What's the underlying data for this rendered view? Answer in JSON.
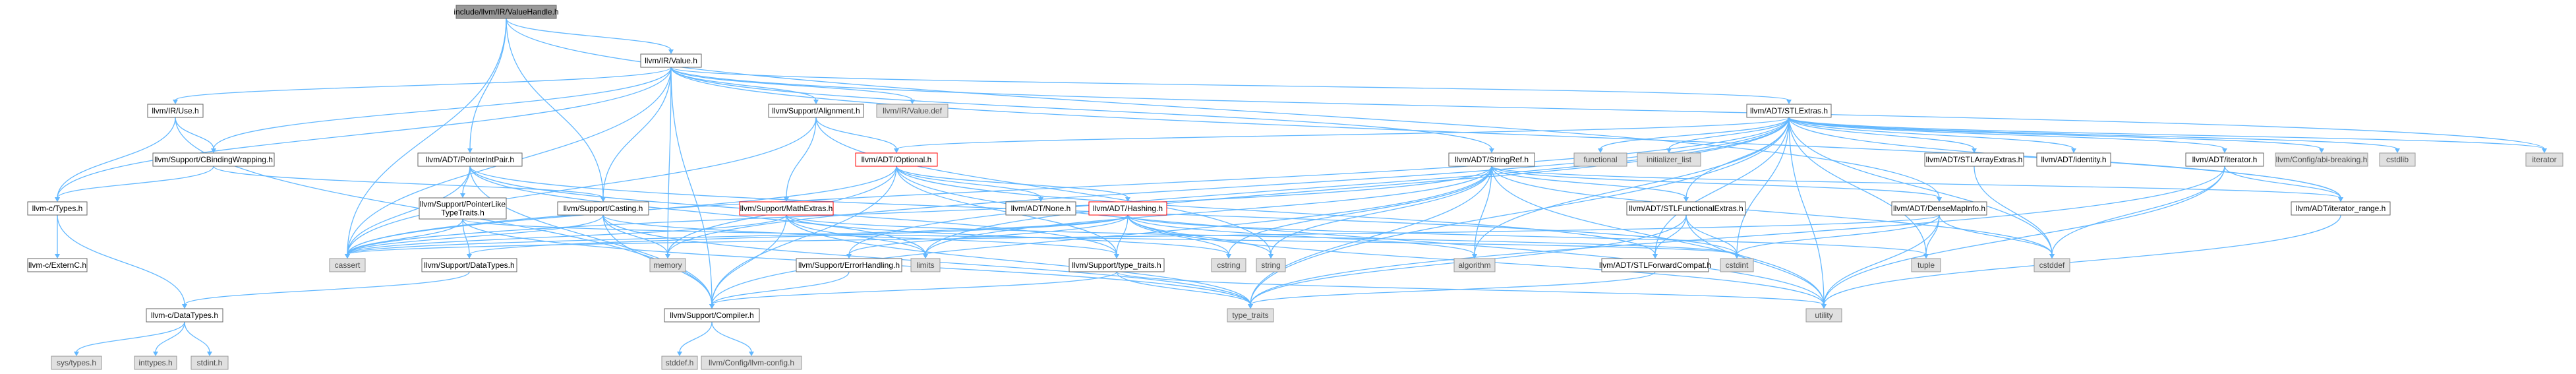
{
  "colors": {
    "edge": "#63b8ff",
    "node_fill": "#ffffff",
    "node_border": "#666666",
    "std_fill": "#e0e0e0",
    "root_fill": "#999999",
    "highlight_border": "#ff0000"
  },
  "nodes": {
    "root": {
      "label": "include/llvm/IR/ValueHandle.h",
      "kind": "root"
    },
    "irvalue": {
      "label": "llvm/IR/Value.h",
      "kind": "doc"
    },
    "iruse": {
      "label": "llvm/IR/Use.h",
      "kind": "doc"
    },
    "align": {
      "label": "llvm/Support/Alignment.h",
      "kind": "doc"
    },
    "valuedef": {
      "label": "llvm/IR/Value.def",
      "kind": "std"
    },
    "stlextras": {
      "label": "llvm/ADT/STLExtras.h",
      "kind": "doc"
    },
    "cbinding": {
      "label": "llvm/Support/CBindingWrapping.h",
      "kind": "doc"
    },
    "ptrintpair": {
      "label": "llvm/ADT/PointerIntPair.h",
      "kind": "doc"
    },
    "optional": {
      "label": "llvm/ADT/Optional.h",
      "kind": "redb"
    },
    "functional": {
      "label": "functional",
      "kind": "std"
    },
    "initlist": {
      "label": "initializer_list",
      "kind": "std"
    },
    "stringref": {
      "label": "llvm/ADT/StringRef.h",
      "kind": "doc"
    },
    "stlarrayext": {
      "label": "llvm/ADT/STLArrayExtras.h",
      "kind": "doc"
    },
    "identity": {
      "label": "llvm/ADT/identity.h",
      "kind": "doc"
    },
    "iterator_h": {
      "label": "llvm/ADT/iterator.h",
      "kind": "doc"
    },
    "abibreaking": {
      "label": "llvm/Config/abi-breaking.h",
      "kind": "std"
    },
    "cstdlib": {
      "label": "cstdlib",
      "kind": "std"
    },
    "iterator": {
      "label": "iterator",
      "kind": "std"
    },
    "ctypes": {
      "label": "llvm-c/Types.h",
      "kind": "doc"
    },
    "casting": {
      "label": "llvm/Support/Casting.h",
      "kind": "doc"
    },
    "ptrliketraits": {
      "label": "llvm/Support/PointerLike\nTypeTraits.h",
      "kind": "doc"
    },
    "mathextras": {
      "label": "llvm/Support/MathExtras.h",
      "kind": "redb"
    },
    "none": {
      "label": "llvm/ADT/None.h",
      "kind": "doc"
    },
    "hashing": {
      "label": "llvm/ADT/Hashing.h",
      "kind": "redb"
    },
    "stlfuncext": {
      "label": "llvm/ADT/STLFunctionalExtras.h",
      "kind": "doc"
    },
    "densemapinfo": {
      "label": "llvm/ADT/DenseMapInfo.h",
      "kind": "doc"
    },
    "iterrange": {
      "label": "llvm/ADT/iterator_range.h",
      "kind": "doc"
    },
    "cexternc": {
      "label": "llvm-c/ExternC.h",
      "kind": "doc"
    },
    "cassert": {
      "label": "cassert",
      "kind": "std"
    },
    "supdatatypes": {
      "label": "llvm/Support/DataTypes.h",
      "kind": "doc"
    },
    "memory": {
      "label": "memory",
      "kind": "std"
    },
    "errhandling": {
      "label": "llvm/Support/ErrorHandling.h",
      "kind": "doc"
    },
    "limits": {
      "label": "limits",
      "kind": "std"
    },
    "typetraits_h": {
      "label": "llvm/Support/type_traits.h",
      "kind": "doc"
    },
    "cstring": {
      "label": "cstring",
      "kind": "std"
    },
    "string": {
      "label": "string",
      "kind": "std"
    },
    "algorithm": {
      "label": "algorithm",
      "kind": "std"
    },
    "stlfwdcompat": {
      "label": "llvm/ADT/STLForwardCompat.h",
      "kind": "doc"
    },
    "cstdint": {
      "label": "cstdint",
      "kind": "std"
    },
    "tuple": {
      "label": "tuple",
      "kind": "std"
    },
    "cstddef": {
      "label": "cstddef",
      "kind": "std"
    },
    "cdatatypes": {
      "label": "llvm-c/DataTypes.h",
      "kind": "doc"
    },
    "compiler": {
      "label": "llvm/Support/Compiler.h",
      "kind": "doc"
    },
    "type_traits": {
      "label": "type_traits",
      "kind": "std"
    },
    "utility": {
      "label": "utility",
      "kind": "std"
    },
    "systypes": {
      "label": "sys/types.h",
      "kind": "std"
    },
    "inttypes": {
      "label": "inttypes.h",
      "kind": "std"
    },
    "stdint": {
      "label": "stdint.h",
      "kind": "std"
    },
    "stddef": {
      "label": "stddef.h",
      "kind": "std"
    },
    "llvmconfig": {
      "label": "llvm/Config/llvm-config.h",
      "kind": "std"
    }
  },
  "edges": [
    [
      "root",
      "irvalue"
    ],
    [
      "root",
      "ptrintpair"
    ],
    [
      "root",
      "casting"
    ],
    [
      "root",
      "cassert"
    ],
    [
      "root",
      "densemapinfo"
    ],
    [
      "irvalue",
      "iruse"
    ],
    [
      "irvalue",
      "align"
    ],
    [
      "irvalue",
      "valuedef"
    ],
    [
      "irvalue",
      "stlextras"
    ],
    [
      "irvalue",
      "cbinding"
    ],
    [
      "irvalue",
      "ctypes"
    ],
    [
      "irvalue",
      "casting"
    ],
    [
      "irvalue",
      "compiler"
    ],
    [
      "irvalue",
      "memory"
    ],
    [
      "irvalue",
      "stringref"
    ],
    [
      "irvalue",
      "iterrange"
    ],
    [
      "irvalue",
      "cassert"
    ],
    [
      "irvalue",
      "iterator"
    ],
    [
      "iruse",
      "ctypes"
    ],
    [
      "iruse",
      "cbinding"
    ],
    [
      "iruse",
      "compiler"
    ],
    [
      "align",
      "mathextras"
    ],
    [
      "align",
      "cassert"
    ],
    [
      "align",
      "optional"
    ],
    [
      "align",
      "string"
    ],
    [
      "stlextras",
      "optional"
    ],
    [
      "stlextras",
      "functional"
    ],
    [
      "stlextras",
      "initlist"
    ],
    [
      "stlextras",
      "stlarrayext"
    ],
    [
      "stlextras",
      "identity"
    ],
    [
      "stlextras",
      "iterator_h"
    ],
    [
      "stlextras",
      "abibreaking"
    ],
    [
      "stlextras",
      "cstdlib"
    ],
    [
      "stlextras",
      "iterator"
    ],
    [
      "stlextras",
      "stlfuncext"
    ],
    [
      "stlextras",
      "stlfwdcompat"
    ],
    [
      "stlextras",
      "iterrange"
    ],
    [
      "stlextras",
      "algorithm"
    ],
    [
      "stlextras",
      "cassert"
    ],
    [
      "stlextras",
      "cstddef"
    ],
    [
      "stlextras",
      "cstdint"
    ],
    [
      "stlextras",
      "limits"
    ],
    [
      "stlextras",
      "memory"
    ],
    [
      "stlextras",
      "tuple"
    ],
    [
      "stlextras",
      "type_traits"
    ],
    [
      "stlextras",
      "utility"
    ],
    [
      "stlextras",
      "errhandling"
    ],
    [
      "cbinding",
      "ctypes"
    ],
    [
      "cbinding",
      "casting"
    ],
    [
      "ptrintpair",
      "ptrliketraits"
    ],
    [
      "ptrintpair",
      "compiler"
    ],
    [
      "ptrintpair",
      "typetraits_h"
    ],
    [
      "ptrintpair",
      "cassert"
    ],
    [
      "ptrintpair",
      "cstdint"
    ],
    [
      "ptrintpair",
      "limits"
    ],
    [
      "optional",
      "none"
    ],
    [
      "optional",
      "hashing"
    ],
    [
      "optional",
      "compiler"
    ],
    [
      "optional",
      "typetraits_h"
    ],
    [
      "optional",
      "stlfwdcompat"
    ],
    [
      "optional",
      "cassert"
    ],
    [
      "optional",
      "memory"
    ],
    [
      "optional",
      "new"
    ],
    [
      "optional",
      "utility"
    ],
    [
      "stringref",
      "stlfuncext"
    ],
    [
      "stringref",
      "densemapinfo"
    ],
    [
      "stringref",
      "iterrange"
    ],
    [
      "stringref",
      "compiler"
    ],
    [
      "stringref",
      "algorithm"
    ],
    [
      "stringref",
      "cassert"
    ],
    [
      "stringref",
      "cstddef"
    ],
    [
      "stringref",
      "cstring"
    ],
    [
      "stringref",
      "limits"
    ],
    [
      "stringref",
      "string"
    ],
    [
      "stringref",
      "type_traits"
    ],
    [
      "stringref",
      "utility"
    ],
    [
      "stlarrayext",
      "cstddef"
    ],
    [
      "iterator_h",
      "iterrange"
    ],
    [
      "iterator_h",
      "cstddef"
    ],
    [
      "iterator_h",
      "iterator"
    ],
    [
      "iterator_h",
      "type_traits"
    ],
    [
      "iterator_h",
      "utility"
    ],
    [
      "ctypes",
      "cexternc"
    ],
    [
      "ctypes",
      "cdatatypes"
    ],
    [
      "casting",
      "compiler"
    ],
    [
      "casting",
      "typetraits_h"
    ],
    [
      "casting",
      "cassert"
    ],
    [
      "casting",
      "memory"
    ],
    [
      "casting",
      "type_traits"
    ],
    [
      "ptrliketraits",
      "supdatatypes"
    ],
    [
      "ptrliketraits",
      "cassert"
    ],
    [
      "ptrliketraits",
      "cstdint"
    ],
    [
      "ptrliketraits",
      "type_traits"
    ],
    [
      "mathextras",
      "compiler"
    ],
    [
      "mathextras",
      "cassert"
    ],
    [
      "mathextras",
      "climits"
    ],
    [
      "mathextras",
      "cmath"
    ],
    [
      "mathextras",
      "cstdint"
    ],
    [
      "mathextras",
      "cstring"
    ],
    [
      "mathextras",
      "limits"
    ],
    [
      "mathextras",
      "type_traits"
    ],
    [
      "hashing",
      "errhandling"
    ],
    [
      "hashing",
      "supdatatypes"
    ],
    [
      "hashing",
      "typetraits_h"
    ],
    [
      "hashing",
      "algorithm"
    ],
    [
      "hashing",
      "cassert"
    ],
    [
      "hashing",
      "cstring"
    ],
    [
      "hashing",
      "string"
    ],
    [
      "hashing",
      "tuple"
    ],
    [
      "hashing",
      "utility"
    ],
    [
      "stlfuncext",
      "stlextras_fwd"
    ],
    [
      "stlfuncext",
      "stlfwdcompat"
    ],
    [
      "stlfuncext",
      "cstdint"
    ],
    [
      "stlfuncext",
      "type_traits"
    ],
    [
      "stlfuncext",
      "utility"
    ],
    [
      "densemapinfo",
      "cassert"
    ],
    [
      "densemapinfo",
      "cstddef"
    ],
    [
      "densemapinfo",
      "cstdint"
    ],
    [
      "densemapinfo",
      "tuple"
    ],
    [
      "densemapinfo",
      "utility"
    ],
    [
      "iterrange",
      "utility"
    ],
    [
      "supdatatypes",
      "cdatatypes"
    ],
    [
      "errhandling",
      "compiler"
    ],
    [
      "typetraits_h",
      "compiler"
    ],
    [
      "typetraits_h",
      "type_traits"
    ],
    [
      "typetraits_h",
      "utility"
    ],
    [
      "stlfwdcompat",
      "type_traits"
    ],
    [
      "cdatatypes",
      "systypes"
    ],
    [
      "cdatatypes",
      "inttypes"
    ],
    [
      "cdatatypes",
      "stdint"
    ],
    [
      "compiler",
      "stddef"
    ],
    [
      "compiler",
      "llvmconfig"
    ]
  ]
}
